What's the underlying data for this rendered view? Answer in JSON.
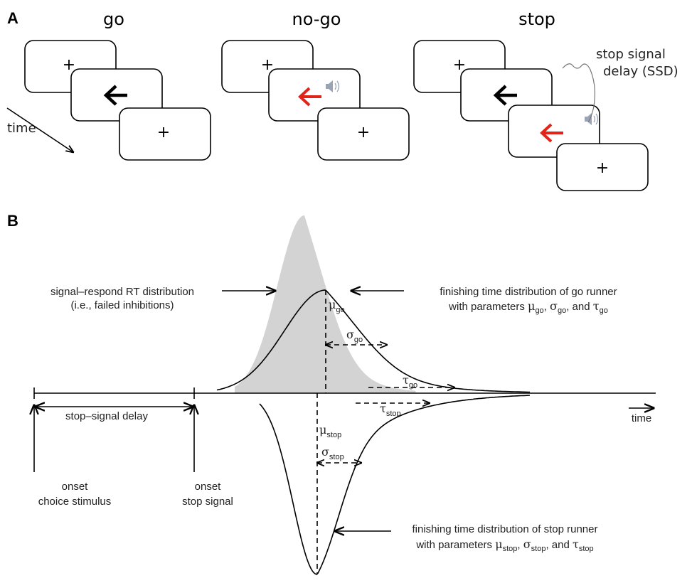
{
  "panel_a": {
    "letter": "A",
    "conditions": [
      {
        "title": "go",
        "fixation": "+",
        "arrow_color": "#000000",
        "has_sound": false
      },
      {
        "title": "no-go",
        "fixation": "+",
        "arrow_color": "#e2231a",
        "has_sound": true
      },
      {
        "title": "stop",
        "fixation": "+",
        "arrow_color": "#000000",
        "stop_arrow_color": "#e2231a",
        "has_sound": true
      }
    ],
    "time_label": "time",
    "ssd_line1": "stop signal",
    "ssd_line2": "delay (SSD)"
  },
  "panel_b": {
    "letter": "B",
    "signal_respond_line1": "signal–respond RT distribution",
    "signal_respond_line2": "(i.e., failed inhibitions)",
    "go_runner_line1": "finishing time distribution of go runner",
    "go_runner_line2_prefix": "with parameters ",
    "stop_runner_line1": "finishing time distribution of stop runner",
    "stop_runner_line2_prefix": "with parameters ",
    "params_sep1": ", ",
    "params_sep2": ", and ",
    "mu": "μ",
    "sigma": "σ",
    "tau": "τ",
    "go_sub": "go",
    "stop_sub": "stop",
    "stop_signal_delay": "stop–signal delay",
    "time_label": "time",
    "onset_choice_line1": "onset",
    "onset_choice_line2": "choice stimulus",
    "onset_stop_line1": "onset",
    "onset_stop_line2": "stop signal",
    "shaded_color": "#d3d3d3"
  }
}
